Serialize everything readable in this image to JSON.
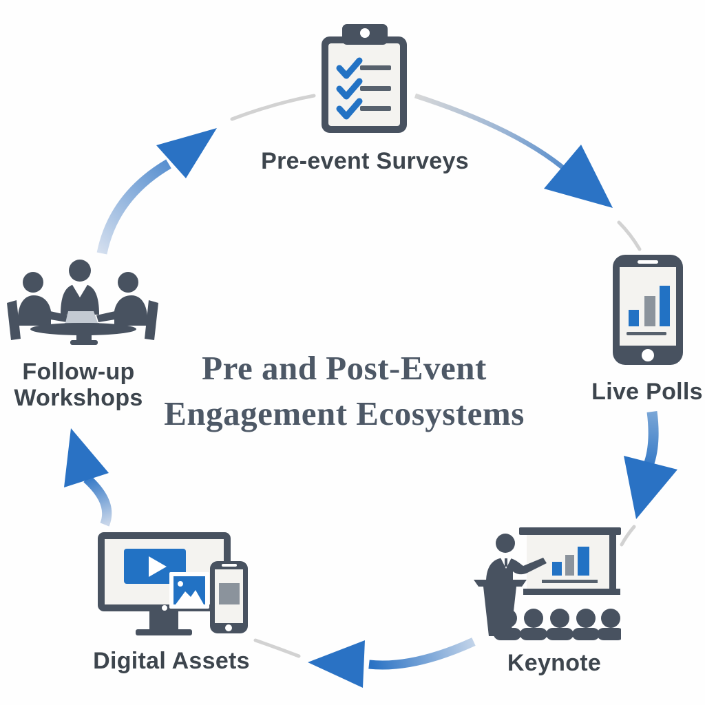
{
  "title": {
    "line1": "Pre and Post-Event",
    "line2": "Engagement Ecosystems"
  },
  "nodes": [
    {
      "id": "pre-event-surveys",
      "label": "Pre-event Surveys",
      "icon": "clipboard-checklist-icon"
    },
    {
      "id": "live-polls",
      "label": "Live Polls",
      "icon": "phone-bar-chart-icon"
    },
    {
      "id": "keynote",
      "label": "Keynote",
      "icon": "presenter-audience-icon"
    },
    {
      "id": "digital-assets",
      "label": "Digital Assets",
      "icon": "devices-media-icon"
    },
    {
      "id": "follow-up-workshops",
      "label": "Follow-up Workshops",
      "icon": "meeting-table-icon"
    }
  ],
  "arrows": [
    {
      "from": "follow-up-workshops",
      "to": "pre-event-surveys"
    },
    {
      "from": "pre-event-surveys",
      "to": "live-polls"
    },
    {
      "from": "live-polls",
      "to": "keynote"
    },
    {
      "from": "keynote",
      "to": "digital-assets"
    },
    {
      "from": "digital-assets",
      "to": "follow-up-workshops"
    }
  ],
  "colors": {
    "icon_dark": "#485260",
    "accent_blue": "#2272c4",
    "bar_gray": "#8b939c",
    "arc_gray": "#d2d2d2",
    "label_color": "#3d454d",
    "title_color": "#4d5866",
    "paper": "#f4f3f0"
  }
}
